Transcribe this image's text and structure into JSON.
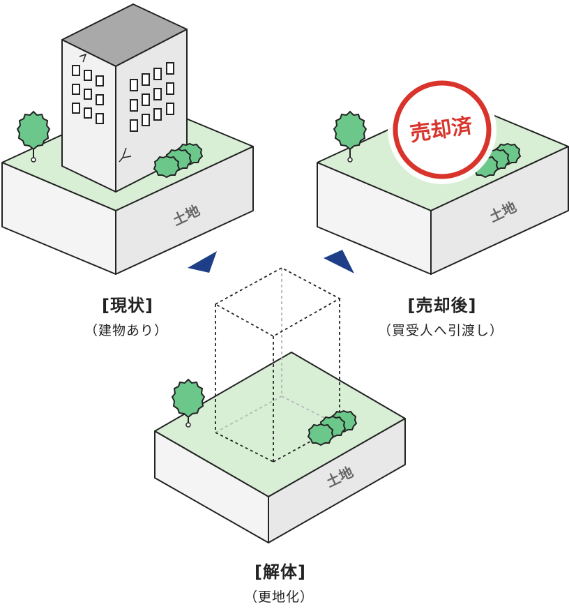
{
  "stages": {
    "current": {
      "title": "[現状]",
      "subtitle": "（建物あり）",
      "land": "土地"
    },
    "demolition": {
      "title": "[解体]",
      "subtitle": "（更地化）",
      "land": "土地"
    },
    "after_sale": {
      "title": "[売却後]",
      "subtitle": "（買受人へ引渡し）",
      "land": "土地",
      "stamp": "売却済"
    }
  },
  "colors": {
    "outline": "#222222",
    "land_top": "#d8efd6",
    "land_side": "#e8e8e8",
    "tree": "#6cc78a",
    "building_wall": "#efefef",
    "building_roof": "#a9a9a9",
    "arrow": "#1e3f87",
    "stamp_red": "#d8342c"
  },
  "icons": {
    "arrow_left": "triangle-arrow-icon",
    "arrow_right": "triangle-arrow-icon",
    "stamp": "sold-stamp-icon"
  }
}
